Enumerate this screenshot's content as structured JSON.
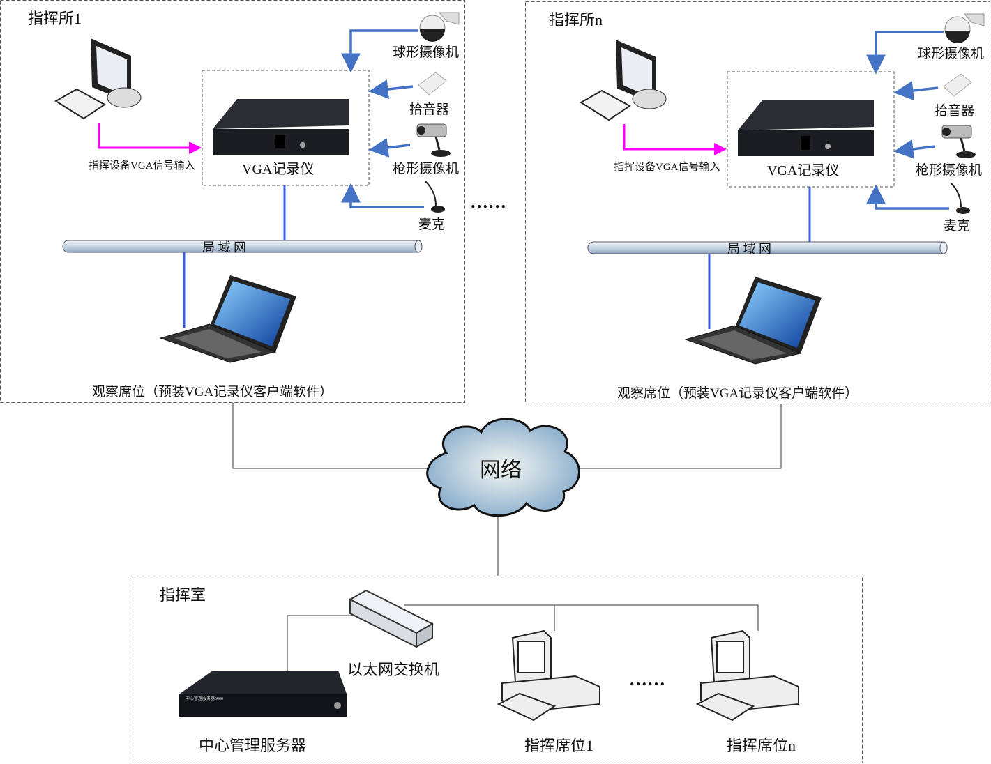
{
  "sites": [
    {
      "title": "指挥所1",
      "vga_input_label": "指挥设备VGA信号输入",
      "recorder_label": "VGA记录仪",
      "dome_camera_label": "球形摄像机",
      "pickup_label": "拾音器",
      "bullet_camera_label": "枪形摄像机",
      "mic_label": "麦克",
      "lan_label": "局 域 网",
      "observer_label": "观察席位（预装VGA记录仪客户端软件）"
    },
    {
      "title": "指挥所n",
      "vga_input_label": "指挥设备VGA信号输入",
      "recorder_label": "VGA记录仪",
      "dome_camera_label": "球形摄像机",
      "pickup_label": "拾音器",
      "bullet_camera_label": "枪形摄像机",
      "mic_label": "麦克",
      "lan_label": "局 域 网",
      "observer_label": "观察席位（预装VGA记录仪客户端软件）"
    }
  ],
  "ellipsis": "……",
  "network_label": "网络",
  "command_room": {
    "title": "指挥室",
    "switch_label": "以太网交换机",
    "server_label": "中心管理服务器",
    "server_face_text": "中心管理服务器6000",
    "seat1_label": "指挥席位1",
    "seatn_label": "指挥席位n",
    "ellipsis": "……"
  },
  "colors": {
    "blue_link": "#4472c4",
    "vga_link": "#ff00ff",
    "cloud": "#9fbdd6"
  }
}
